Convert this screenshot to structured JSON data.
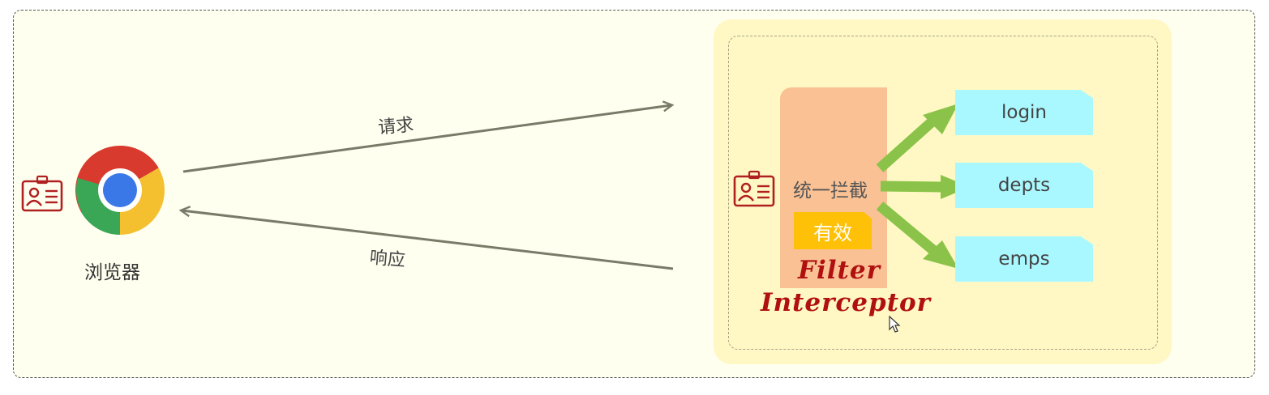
{
  "browser": {
    "label": "浏览器",
    "icon": "chrome-icon"
  },
  "flow": {
    "request_label": "请求",
    "response_label": "响应"
  },
  "server": {
    "intercept_label": "统一拦截",
    "badge_label": "有效",
    "filter_label": "Filter",
    "interceptor_label": "Interceptor"
  },
  "endpoints": [
    {
      "label": "login"
    },
    {
      "label": "depts"
    },
    {
      "label": "emps"
    }
  ],
  "colors": {
    "frame_bg": "#fffff0",
    "server_bg": "#fff8c4",
    "filter_block": "#f9c194",
    "badge": "#ffc107",
    "endpoint": "#aaf8ff",
    "green_arrow": "#8bc34a",
    "flow_arrow": "#7a7a68",
    "token_icon": "#b02020",
    "hand_text": "#b01010"
  }
}
